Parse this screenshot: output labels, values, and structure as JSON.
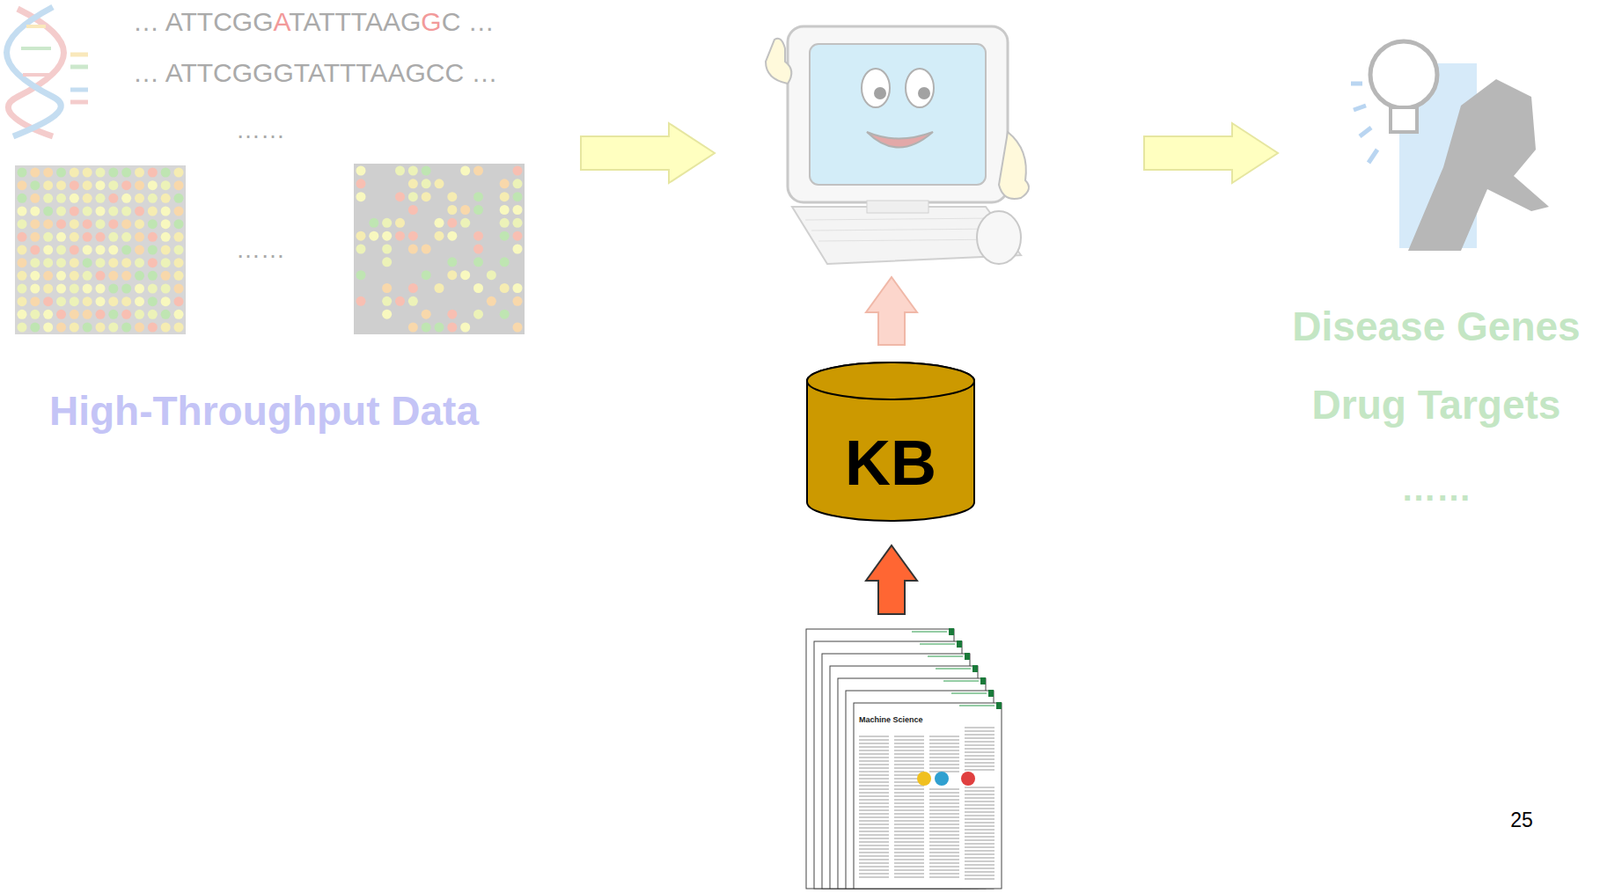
{
  "diagram": {
    "nodes": [
      {
        "text": [
          "KB"
        ]
      }
    ],
    "labels": [
      "… ATTCGGATATTTAAGGC …",
      "… ATTCGGGTATTTAAGCC …",
      "……",
      "……",
      "High-Throughput Data",
      "Disease Genes",
      "Drug Targets",
      "……",
      "Machine Science",
      "25"
    ]
  }
}
